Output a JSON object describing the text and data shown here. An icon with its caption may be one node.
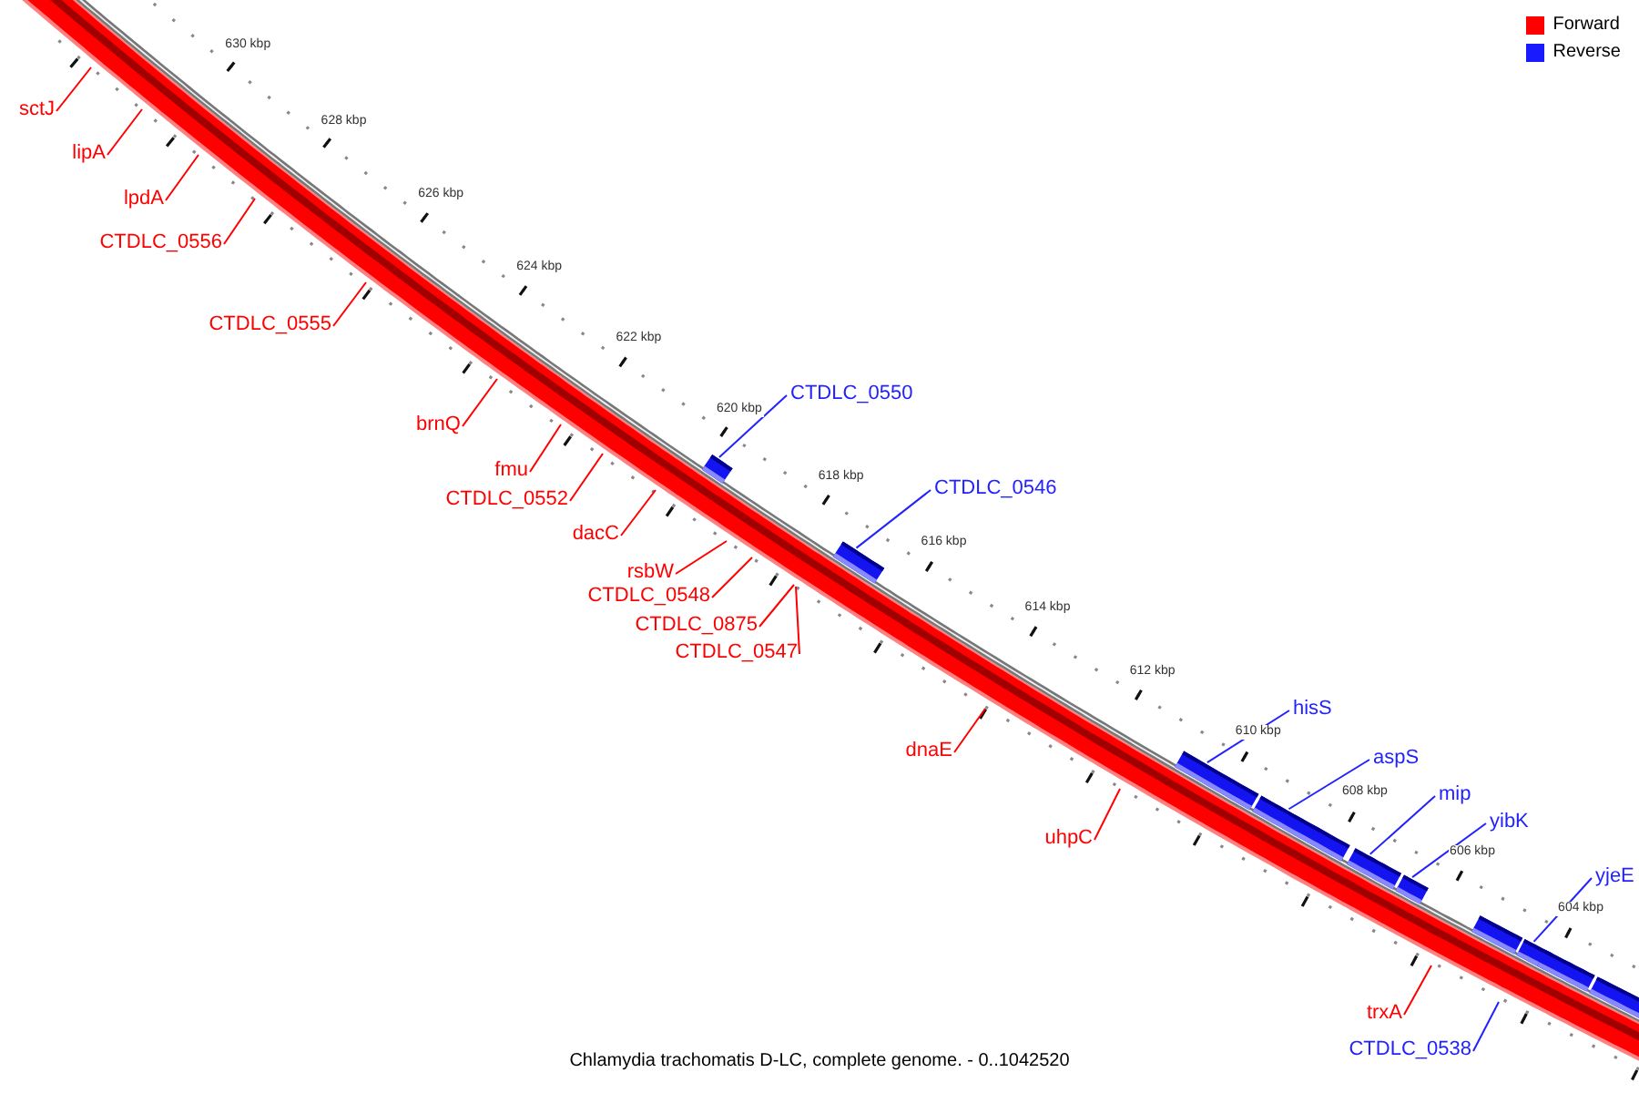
{
  "diagram": {
    "caption": "Chlamydia trachomatis D-LC, complete genome. - 0..1042520",
    "nodes": [
      {
        "text": [
          "sctJ"
        ]
      },
      {
        "text": [
          "lipA"
        ]
      },
      {
        "text": [
          "lpdA"
        ]
      },
      {
        "text": [
          "CTDLC_0556"
        ]
      },
      {
        "text": [
          "CTDLC_0555"
        ]
      },
      {
        "text": [
          "brnQ"
        ]
      },
      {
        "text": [
          "CTDLC_0550"
        ]
      },
      {
        "text": [
          "fmu"
        ]
      },
      {
        "text": [
          "CTDLC_0552"
        ]
      },
      {
        "text": [
          "CTDLC_0546"
        ]
      },
      {
        "text": [
          "dacC"
        ]
      },
      {
        "text": [
          "rsbW"
        ]
      },
      {
        "text": [
          "CTDLC_0548"
        ]
      },
      {
        "text": [
          "CTDLC_0875"
        ]
      },
      {
        "text": [
          "CTDLC_0547"
        ]
      },
      {
        "text": [
          "hisS"
        ]
      },
      {
        "text": [
          "dnaE"
        ]
      },
      {
        "text": [
          "aspS"
        ]
      },
      {
        "text": [
          "mip"
        ]
      },
      {
        "text": [
          "yibK"
        ]
      },
      {
        "text": [
          "uhpC"
        ]
      },
      {
        "text": [
          "yjeE"
        ]
      },
      {
        "text": [
          "trxA"
        ]
      },
      {
        "text": [
          "CTDLC_0538"
        ]
      },
      {
        "text": [],
        "shape": "bar"
      },
      {
        "text": [],
        "shape": "bar"
      },
      {
        "text": [],
        "shape": "bar"
      },
      {
        "text": [],
        "shape": "bar"
      },
      {
        "text": [],
        "shape": "bar"
      },
      {
        "text": [],
        "shape": "bar"
      },
      {
        "text": [],
        "shape": "bar"
      },
      {
        "text": [],
        "shape": "bar"
      },
      {
        "text": [],
        "shape": "bar"
      },
      {
        "text": [],
        "shape": "bar"
      }
    ],
    "edges": [
      {
        "from": 0,
        "to": null,
        "arrow": "none"
      },
      {
        "from": 1,
        "to": null,
        "arrow": "none"
      },
      {
        "from": 2,
        "to": null,
        "arrow": "none"
      },
      {
        "from": 3,
        "to": null,
        "arrow": "none"
      },
      {
        "from": 4,
        "to": null,
        "arrow": "none"
      },
      {
        "from": 5,
        "to": null,
        "arrow": "none"
      },
      {
        "from": 6,
        "to": 24,
        "arrow": "none",
        "color": "#2222ff"
      },
      {
        "from": 7,
        "to": null,
        "arrow": "none"
      },
      {
        "from": 8,
        "to": null,
        "arrow": "none"
      },
      {
        "from": 9,
        "to": 25,
        "arrow": "none",
        "color": "#2222ff"
      },
      {
        "from": 10,
        "to": null,
        "arrow": "none"
      },
      {
        "from": 11,
        "to": null,
        "arrow": "none"
      },
      {
        "from": 12,
        "to": null,
        "arrow": "none"
      },
      {
        "from": 13,
        "to": null,
        "arrow": "none"
      },
      {
        "from": 14,
        "to": null,
        "arrow": "none"
      },
      {
        "from": 15,
        "to": 26,
        "arrow": "none",
        "color": "#2222ff"
      },
      {
        "from": 16,
        "to": null,
        "arrow": "none"
      },
      {
        "from": 17,
        "to": 27,
        "arrow": "none",
        "color": "#2222ff"
      },
      {
        "from": 18,
        "to": 28,
        "arrow": "none",
        "color": "#2222ff"
      },
      {
        "from": 19,
        "to": 29,
        "arrow": "none",
        "color": "#2222ff"
      },
      {
        "from": 20,
        "to": null,
        "arrow": "none"
      },
      {
        "from": 21,
        "to": 31,
        "arrow": "none",
        "color": "#2222ff"
      },
      {
        "from": 22,
        "to": null,
        "arrow": "none"
      },
      {
        "from": 23,
        "to": null,
        "arrow": "none",
        "color": "#2222ff"
      }
    ],
    "labels": [
      "630 kbp",
      "628 kbp",
      "626 kbp",
      "624 kbp",
      "622 kbp",
      "620 kbp",
      "618 kbp",
      "616 kbp",
      "614 kbp",
      "612 kbp",
      "610 kbp",
      "608 kbp",
      "606 kbp",
      "604 kbp"
    ],
    "legend": [
      {
        "text": "Forward",
        "color": "#ff0000"
      },
      {
        "text": "Reverse",
        "color": "#1a1aff"
      }
    ]
  }
}
